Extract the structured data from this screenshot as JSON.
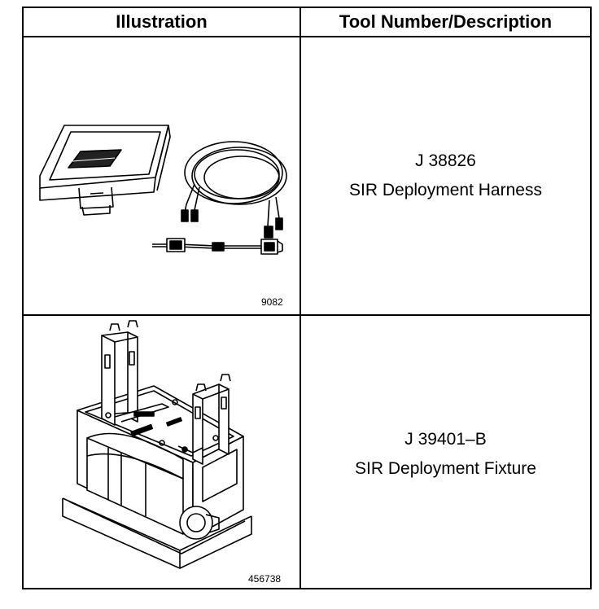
{
  "headers": {
    "illustration": "Illustration",
    "tool": "Tool Number/Description"
  },
  "rows": [
    {
      "tool_number": "J 38826",
      "description": "SIR Deployment Harness",
      "figure_id": "9082"
    },
    {
      "tool_number": "J 39401–B",
      "description": "SIR Deployment Fixture",
      "figure_id": "456738"
    }
  ]
}
